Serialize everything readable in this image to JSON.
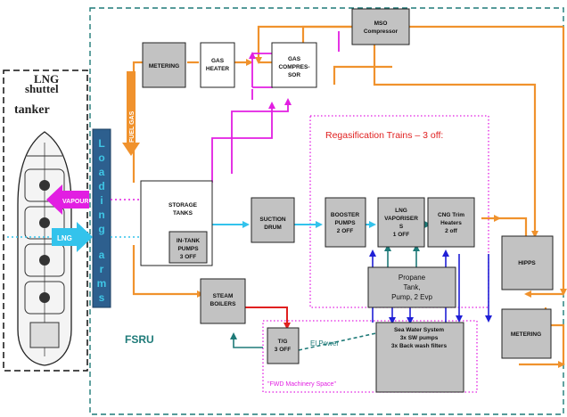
{
  "ship": {
    "title_line1": "LNG",
    "title_line2": "shuttel",
    "title_line3": "tanker"
  },
  "loading_arms": {
    "label_line1": "Loading",
    "label_line2": "arms"
  },
  "flows": {
    "vapour": "VAPOUR",
    "lng": "LNG",
    "fuel_gas": "FUEL GAS",
    "el_power": "El Power"
  },
  "boxes": {
    "metering_top": "METERING",
    "gas_heater": [
      "GAS",
      "HEATER"
    ],
    "gas_compressor": [
      "GAS",
      "COMPRES-",
      "SOR"
    ],
    "mso_compressor": [
      "MSO",
      "Compressor"
    ],
    "storage_tanks": [
      "STORAGE",
      "TANKS"
    ],
    "in_tank_pumps": [
      "IN-TANK",
      "PUMPS",
      "3 OFF"
    ],
    "suction_drum": [
      "SUCTION",
      "DRUM"
    ],
    "booster_pumps": [
      "BOOSTER",
      "PUMPS",
      "2 OFF"
    ],
    "lng_vaporisers": [
      "LNG",
      "VAPORISER",
      "S",
      "1 OFF"
    ],
    "cng_heaters": [
      "CNG Trim",
      "Heaters",
      "2 off"
    ],
    "propane": [
      "Propane",
      "Tank,",
      "Pump, 2 Evp"
    ],
    "sea_water": [
      "Sea Water System",
      "3x SW pumps",
      "3x Back wash filters"
    ],
    "steam_boilers": [
      "STEAM",
      "BOILERS"
    ],
    "tg": [
      "T/G",
      "3 OFF"
    ],
    "hipps": "HIPPS",
    "metering_bottom": "METERING"
  },
  "areas": {
    "regas": "Regasification Trains – 3 off:",
    "fsru": "FSRU",
    "fwd": "\"FWD Machinery Space\""
  },
  "colors": {
    "orange": "#f0922d",
    "magenta": "#e21ee2",
    "cyan": "#33c3ec",
    "blue": "#1f1fd6",
    "teal": "#1e7a78",
    "red": "#e02020",
    "box_fill": "#c2c2c2",
    "loading_fill": "#2d5f8e"
  }
}
